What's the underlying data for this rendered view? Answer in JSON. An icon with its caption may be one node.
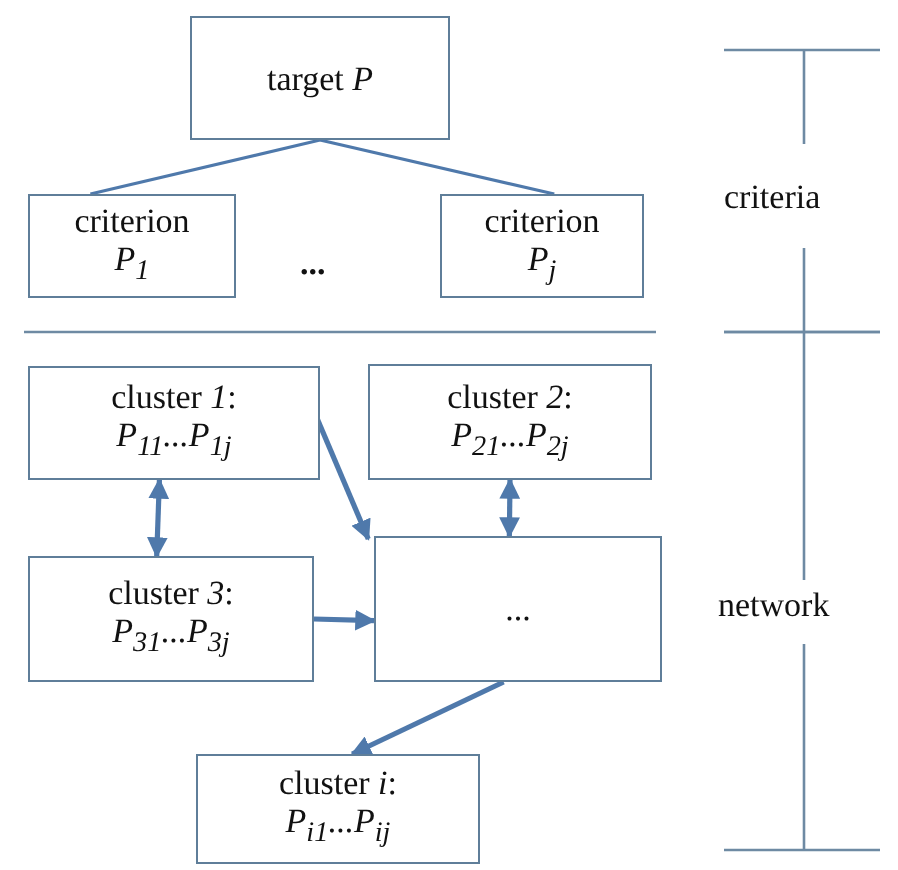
{
  "diagram": {
    "nodes": [
      {
        "text": [
          "target *P*"
        ]
      },
      {
        "text": [
          "criterion",
          "*P*$_{1}$"
        ]
      },
      {
        "text": [
          "criterion",
          "*P*$_{j}$"
        ]
      },
      {
        "text": [
          "cluster *1*:",
          "*P*$_{11}$...*P*$_{1j}$"
        ]
      },
      {
        "text": [
          "cluster *2*:",
          "*P*$_{21}$...*P*$_{2j}$"
        ]
      },
      {
        "text": [
          "cluster *3*:",
          "*P*$_{31}$...*P*$_{3j}$"
        ]
      },
      {
        "text": [
          "..."
        ]
      },
      {
        "text": [
          "cluster *i*:",
          "*P*$_{i1}$...*P*$_{ij}$"
        ]
      }
    ],
    "edges": [
      {
        "from": 0,
        "to": 1,
        "arrow": "none"
      },
      {
        "from": 0,
        "to": 2,
        "arrow": "none"
      },
      {
        "from": 3,
        "to": 5,
        "arrow": "both"
      },
      {
        "from": 3,
        "to": 6,
        "arrow": "to"
      },
      {
        "from": 4,
        "to": 6,
        "arrow": "both"
      },
      {
        "from": 5,
        "to": 6,
        "arrow": "to"
      },
      {
        "from": 6,
        "to": 7,
        "arrow": "to"
      }
    ],
    "labels": [
      "...",
      "criteria",
      "network"
    ]
  }
}
